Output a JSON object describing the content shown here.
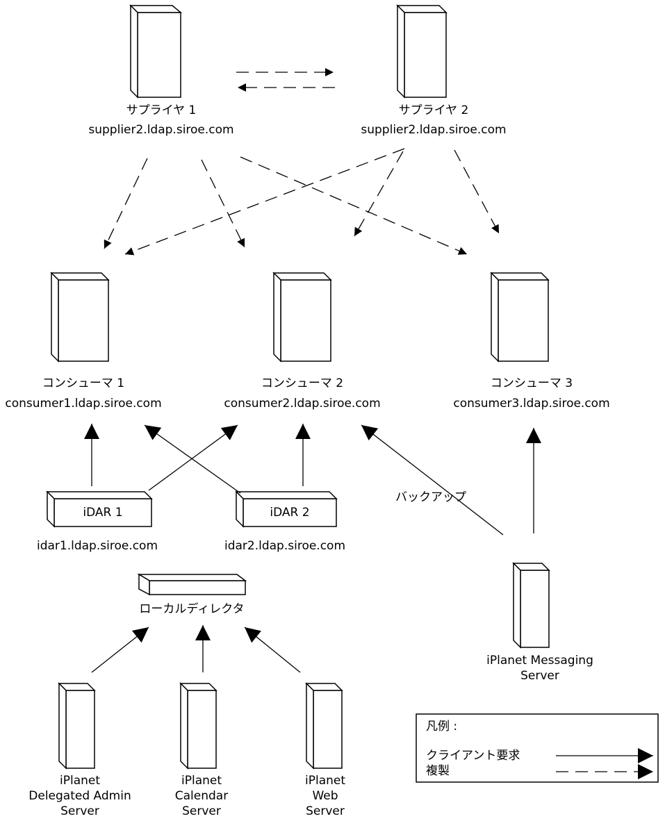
{
  "suppliers": [
    {
      "name": "サプライヤ 1",
      "host": "supplier2.ldap.siroe.com"
    },
    {
      "name": "サプライヤ 2",
      "host": "supplier2.ldap.siroe.com"
    }
  ],
  "consumers": [
    {
      "name": "コンシューマ 1",
      "host": "consumer1.ldap.siroe.com"
    },
    {
      "name": "コンシューマ 2",
      "host": "consumer2.ldap.siroe.com"
    },
    {
      "name": "コンシューマ 3",
      "host": "consumer3.ldap.siroe.com"
    }
  ],
  "idars": [
    {
      "name": "iDAR 1",
      "host": "idar1.ldap.siroe.com"
    },
    {
      "name": "iDAR 2",
      "host": "idar2.ldap.siroe.com"
    }
  ],
  "local_director": "ローカルディレクタ",
  "backup_label": "バックアップ",
  "servers": {
    "messaging": "iPlanet Messaging\nServer",
    "delegated_admin": "iPlanet\nDelegated Admin\nServer",
    "calendar": "iPlanet\nCalendar\nServer",
    "web": "iPlanet\nWeb\nServer"
  },
  "legend": {
    "title": "凡例 :",
    "client_request": "クライアント要求",
    "replication": "複製"
  }
}
